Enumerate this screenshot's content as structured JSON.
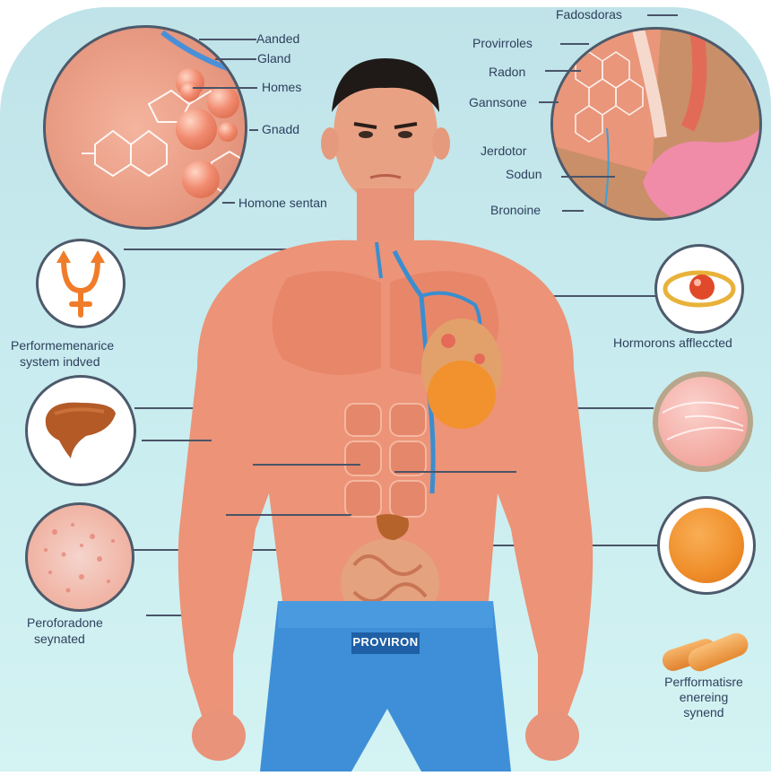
{
  "title_labels": {
    "topleft": [
      "Aanded",
      "Gland",
      "Homes",
      "Gnadd",
      "Homone sentan"
    ],
    "topright": [
      "Fadosdoras",
      "Provirroles",
      "Radon",
      "Gannsone",
      "Jerdotor",
      "Sodun",
      "Bronoine"
    ]
  },
  "left_panels": [
    {
      "icon": "venus-symbol-icon",
      "label_line1": "Performemenarice",
      "label_line2": "system indved"
    },
    {
      "icon": "liver-icon",
      "label_line1": "",
      "label_line2": ""
    },
    {
      "icon": "skin-texture-icon",
      "label_line1": "Peroforadone",
      "label_line2": "seynated"
    }
  ],
  "right_panels": [
    {
      "icon": "eye-icon",
      "label_line1": "Hormorons affleccted",
      "label_line2": ""
    },
    {
      "icon": "tissue-sphere-icon",
      "label_line1": "",
      "label_line2": ""
    },
    {
      "icon": "orange-gland-icon",
      "label_line1": "",
      "label_line2": ""
    },
    {
      "icon": "capsule-pills-icon",
      "label_line1": "Perfformatisre",
      "label_line2": "enereing",
      "label_line3": "synend"
    }
  ],
  "body": {
    "waistband_label": "PROVIRON"
  },
  "colors": {
    "background": "#c8ecef",
    "skin": "#ee9479",
    "shorts": "#3c8fd6",
    "label_text": "#2e3f5e",
    "accent_orange": "#f07c2a"
  }
}
